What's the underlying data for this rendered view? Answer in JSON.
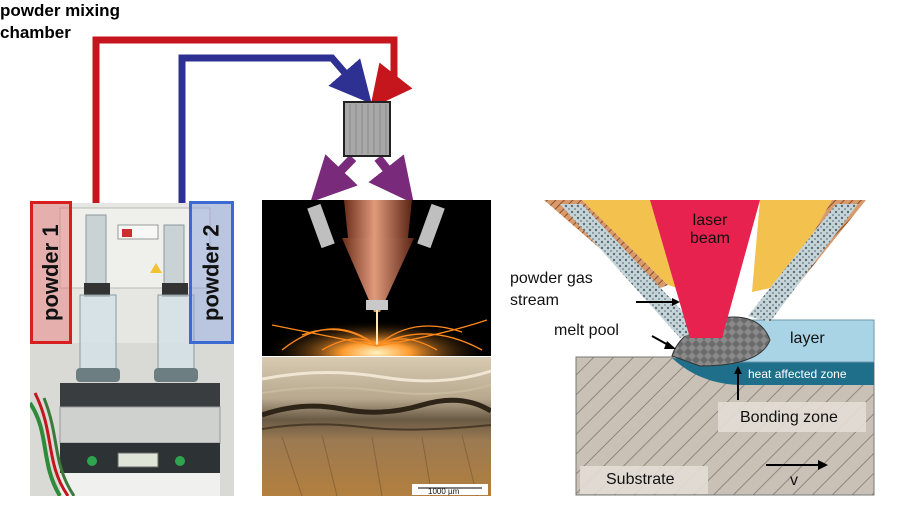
{
  "chamber_label": "powder mixing chamber",
  "powder1_label": "powder 1",
  "powder2_label": "powder 2",
  "scale_bar_label": "1000 µm",
  "diagram": {
    "laser_beam": "laser beam",
    "powder_gas_stream": "powder gas stream",
    "melt_pool": "melt pool",
    "layer": "layer",
    "heat_affected_zone": "heat affected zone",
    "bonding_zone": "Bonding  zone",
    "substrate": "Substrate",
    "velocity": "v"
  },
  "colors": {
    "red_line": "#c4161c",
    "blue_line": "#2e3192",
    "mixed_arrow": "#7a2a7a",
    "laser": "#e8224f",
    "nozzle": "#f2c14e",
    "layer": "#a9d4e6",
    "haz": "#1f6f8b"
  }
}
